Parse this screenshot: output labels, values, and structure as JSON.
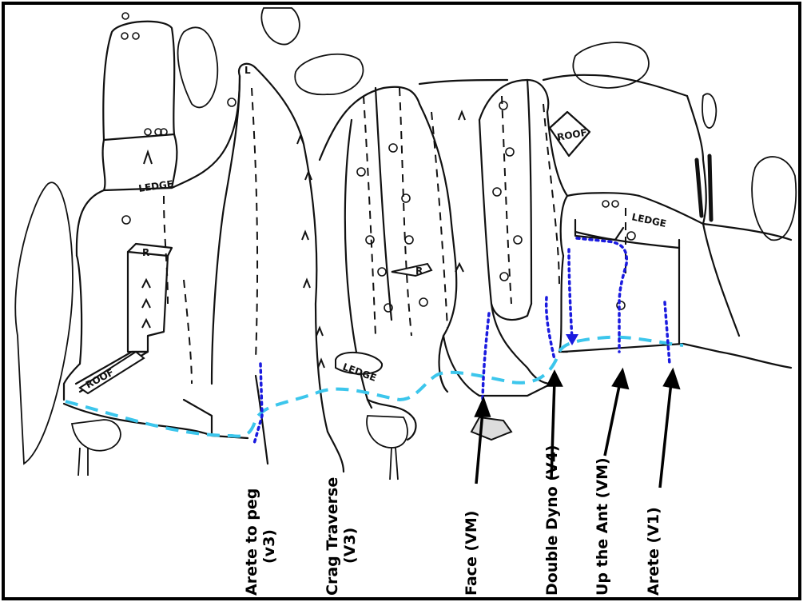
{
  "wall_labels": {
    "ledge_1": "LEDGE",
    "ledge_2": "LEDGE",
    "ledge_3": "LEDGE",
    "roof_1": "ROOF",
    "roof_2": "ROOF",
    "r_1": "R",
    "r_2": "R",
    "l_1": "L"
  },
  "routes": [
    {
      "line1": "Arete to peg",
      "line2": "(v3)"
    },
    {
      "line1": "Crag Traverse",
      "line2": "(V3)"
    },
    {
      "line1": "Face (VM)",
      "line2": ""
    },
    {
      "line1": "Double Dyno (V4)",
      "line2": ""
    },
    {
      "line1": "Up the Ant (VM)",
      "line2": ""
    },
    {
      "line1": "Arete (V1)",
      "line2": ""
    }
  ],
  "colors": {
    "traverse_line": "#3cc6ec",
    "route_line": "#1a1adf",
    "ink": "#111111",
    "frame": "#000000"
  }
}
